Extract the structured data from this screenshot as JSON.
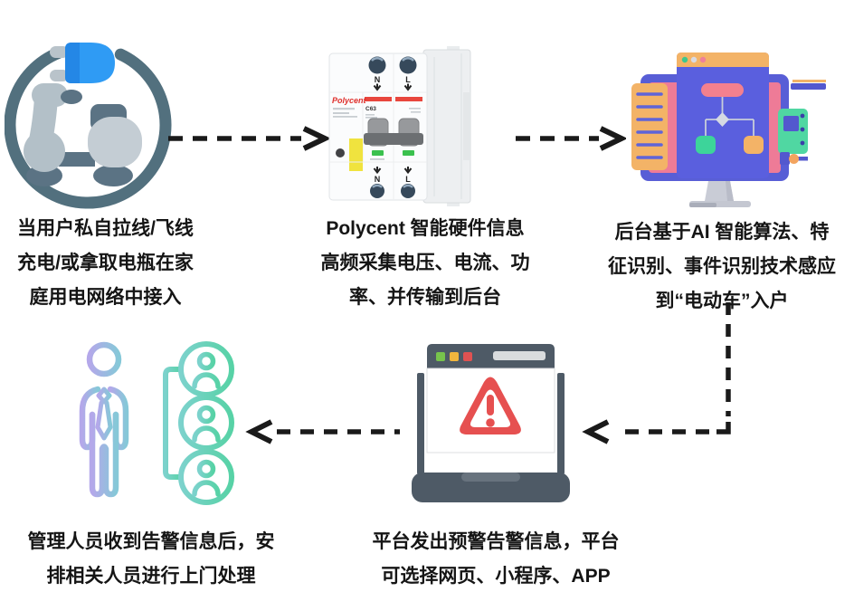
{
  "steps": [
    {
      "id": 1,
      "icon": "electric-scooter-charging",
      "lines": [
        "当用户私自拉线/飞线",
        "充电/或拿取电瓶在家",
        "庭用电网络中接入"
      ]
    },
    {
      "id": 2,
      "icon": "polycent-smart-breaker",
      "lines": [
        "Polycent 智能硬件信息",
        "高频采集电压、电流、功",
        "率、并传输到后台"
      ]
    },
    {
      "id": 3,
      "icon": "ai-analysis-computer",
      "lines": [
        "后台基于AI 智能算法、特",
        "征识别、事件识别技术感应",
        "到“电动车”入户"
      ]
    },
    {
      "id": 4,
      "icon": "platform-alert-laptop",
      "lines": [
        "平台发出预警告警信息，平台",
        "可选择网页、小程序、APP"
      ]
    },
    {
      "id": 5,
      "icon": "admin-team",
      "lines": [
        "管理人员收到告警信息后，安",
        "排相关人员进行上门处理"
      ]
    }
  ],
  "breaker": {
    "brand": "Polycent",
    "rating": "C63",
    "terminals": {
      "top_left": "N",
      "top_right": "L",
      "bottom_left": "N",
      "bottom_right": "L"
    }
  },
  "colors": {
    "arrow_black": "#1A1A1A",
    "text_black": "#151515",
    "plug_blue": "#2F9BF4",
    "scooter_slate": "#52707E",
    "brand_red": "#DF2F2B",
    "alert_red": "#E65050",
    "monitor_indigo": "#585ED6",
    "screen_pink": "#EE7B97",
    "panel_orange": "#F3B367",
    "node_green": "#3DD49A",
    "laptop_slate": "#4E5A66",
    "person_purple": "#B4A8EA",
    "team_teal": "#5FD3AC",
    "indicator_green": "#3BC14E",
    "sticker_yellow": "#F0E33E"
  }
}
